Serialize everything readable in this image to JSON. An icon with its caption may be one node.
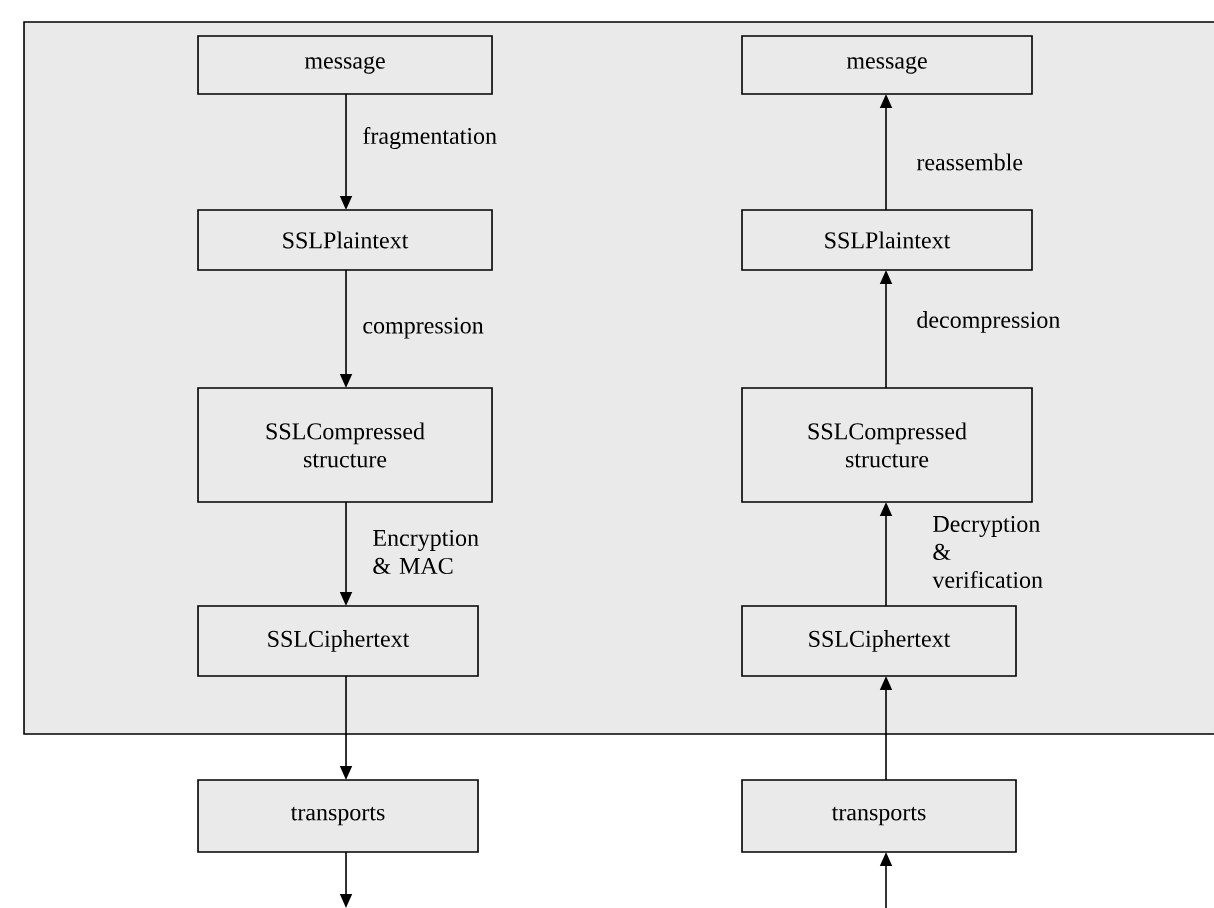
{
  "diagram": {
    "nodes": [
      {
        "text": [],
        "shape": "box"
      },
      {
        "text": [
          "message"
        ],
        "in": 0
      },
      {
        "text": [
          "SSLPlaintext"
        ],
        "in": 0
      },
      {
        "text": [
          "SSLCompressed structure"
        ],
        "in": 0
      },
      {
        "text": [
          "SSLCiphertext"
        ],
        "in": 0
      },
      {
        "text": [
          "transports"
        ]
      },
      {
        "text": [
          "message"
        ],
        "in": 0
      },
      {
        "text": [
          "SSLPlaintext"
        ],
        "in": 0
      },
      {
        "text": [
          "SSLCompressed structure"
        ],
        "in": 0
      },
      {
        "text": [
          "SSLCiphertext"
        ],
        "in": 0
      },
      {
        "text": [
          "transports"
        ]
      }
    ],
    "edges": [
      {
        "from": 1,
        "to": 2,
        "arrow": "to",
        "label": "fragmentation"
      },
      {
        "from": 2,
        "to": 3,
        "arrow": "to",
        "label": "compression"
      },
      {
        "from": 3,
        "to": 4,
        "arrow": "to",
        "label": "Encryption & MAC"
      },
      {
        "from": 4,
        "to": 5,
        "arrow": "to"
      },
      {
        "from": 5,
        "to": null,
        "arrow": "to"
      },
      {
        "from": null,
        "to": 10,
        "arrow": "to"
      },
      {
        "from": 10,
        "to": 9,
        "arrow": "to"
      },
      {
        "from": 9,
        "to": 8,
        "arrow": "to",
        "label": "Decryption & verification"
      },
      {
        "from": 8,
        "to": 7,
        "arrow": "to",
        "label": "decompression"
      },
      {
        "from": 7,
        "to": 6,
        "arrow": "to",
        "label": "reassemble"
      }
    ]
  }
}
